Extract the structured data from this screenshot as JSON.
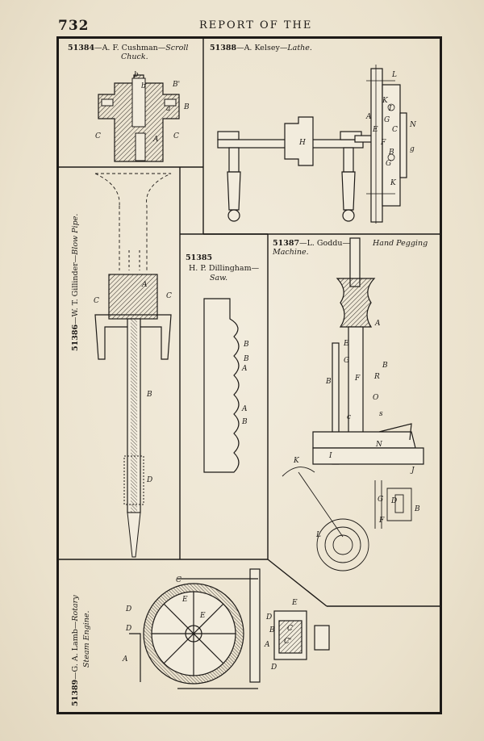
{
  "page": {
    "number": "732",
    "running_head": "REPORT OF THE"
  },
  "figures": [
    {
      "id": "51384",
      "name": "A. F. Cushman",
      "title_1": "Scroll",
      "title_2": "Chuck.",
      "letters": [
        "b",
        "b",
        "B'",
        "B",
        "a",
        "A",
        "C",
        "C"
      ]
    },
    {
      "id": "51388",
      "name": "A. Kelsey",
      "title": "Lathe.",
      "letters": [
        "L",
        "K",
        "I",
        "A",
        "G",
        "E",
        "N",
        "C",
        "B",
        "F",
        "H",
        "g",
        "K",
        "G"
      ]
    },
    {
      "id": "51386",
      "name": "W. T. Gillinder",
      "title": "Blow Pipe.",
      "letters": [
        "A",
        "C",
        "C",
        "B",
        "D"
      ]
    },
    {
      "id": "51385",
      "name": "H. P. Dillingham",
      "title": "Saw.",
      "letters": [
        "B",
        "B",
        "A",
        "A",
        "B"
      ]
    },
    {
      "id": "51387",
      "name": "L. Goddu",
      "title_1": "Hand Pegging",
      "title_2": "Machine.",
      "letters": [
        "A",
        "E",
        "G",
        "B",
        "R",
        "B",
        "F",
        "O",
        "c",
        "s",
        "N",
        "K",
        "I",
        "J",
        "L",
        "G",
        "D",
        "F",
        "B"
      ]
    },
    {
      "id": "51389",
      "name": "G. A. Lamb",
      "title_1": "Rotary",
      "title_2": "Steam Engine.",
      "letters": [
        "C",
        "D",
        "D",
        "E",
        "E",
        "A",
        "D",
        "B",
        "C",
        "C'",
        "E",
        "A",
        "D"
      ]
    }
  ]
}
